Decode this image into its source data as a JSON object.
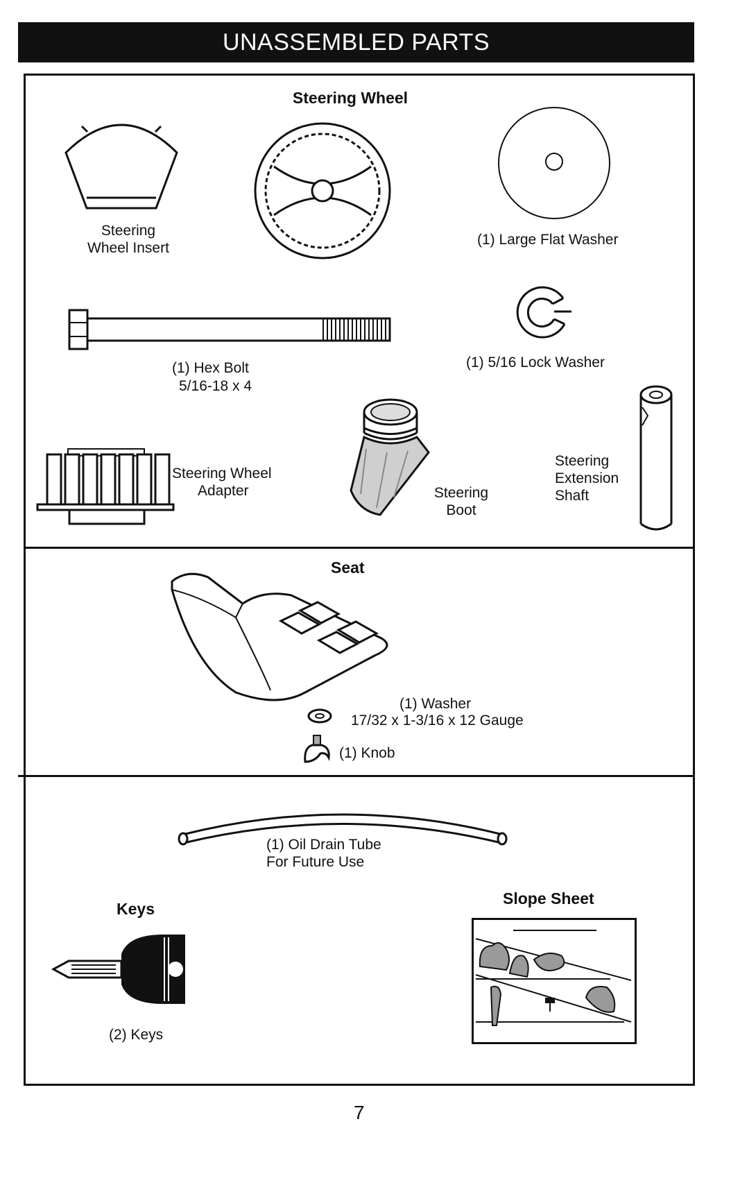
{
  "title": "UNASSEMBLED PARTS",
  "sections": {
    "steering": {
      "heading": "Steering Wheel",
      "insert_line1": "Steering",
      "insert_line2": "Wheel Insert",
      "large_washer": "(1) Large Flat Washer",
      "hex_bolt_line1": "(1) Hex Bolt",
      "hex_bolt_line2": "5/16-18 x 4",
      "lock_washer": "(1) 5/16 Lock Washer",
      "adapter_line1": "Steering Wheel",
      "adapter_line2": "Adapter",
      "boot_line1": "Steering",
      "boot_line2": "Boot",
      "shaft_line1": "Steering",
      "shaft_line2": "Extension",
      "shaft_line3": "Shaft"
    },
    "seat": {
      "heading": "Seat",
      "washer_line1": "(1) Washer",
      "washer_line2": "17/32 x 1-3/16 x 12 Gauge",
      "knob": "(1) Knob"
    },
    "misc": {
      "tube_line1": "(1) Oil Drain Tube",
      "tube_line2": "For Future Use",
      "keys_heading": "Keys",
      "keys_label": "(2) Keys",
      "slope_heading": "Slope Sheet"
    }
  },
  "page_number": "7"
}
